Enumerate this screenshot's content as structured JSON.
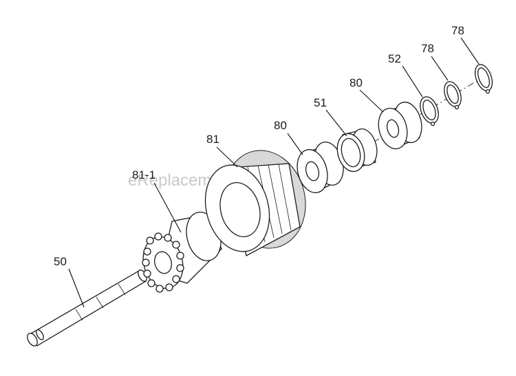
{
  "watermark": "eReplacementParts.com",
  "callouts": {
    "c50": "50",
    "c81_1": "81-1",
    "c81": "81",
    "c80_inner": "80",
    "c51": "51",
    "c80_outer": "80",
    "c52": "52",
    "c78_a": "78",
    "c78_b": "78"
  }
}
